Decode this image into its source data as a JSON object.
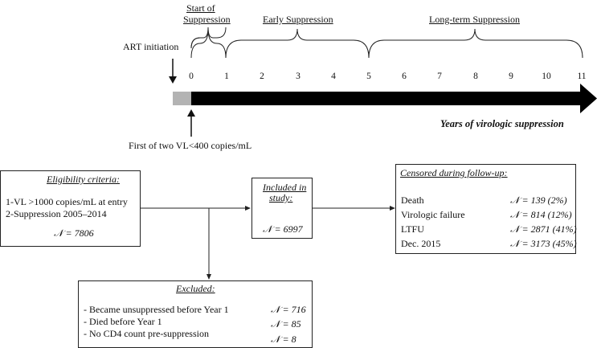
{
  "timeline": {
    "phases": {
      "start_line1": "Start of",
      "start_line2": "Suppression",
      "early": "Early Suppression",
      "longterm": "Long-term Suppression"
    },
    "art_initiation": "ART initiation",
    "first_vl": "First of two VL<400 copies/mL",
    "axis_label": "Years of virologic suppression",
    "ticks": [
      "0",
      "1",
      "2",
      "3",
      "4",
      "5",
      "6",
      "7",
      "8",
      "9",
      "10",
      "11"
    ]
  },
  "eligibility": {
    "title": "Eligibility criteria:",
    "line1": "1-VL >1000 copies/mL at entry",
    "line2": "2-Suppression 2005–2014",
    "n": "𝒩 = 7806"
  },
  "included": {
    "title_line1": "Included in",
    "title_line2": "study:",
    "n": "𝒩 = 6997"
  },
  "censored": {
    "title": "Censored during  follow-up:",
    "rows": [
      {
        "label": "Death",
        "value": "𝒩 = 139 (2%)"
      },
      {
        "label": "Virologic failure",
        "value": "𝒩 = 814 (12%)"
      },
      {
        "label": "LTFU",
        "value": "𝒩 = 2871 (41%)"
      },
      {
        "label": "Dec. 2015",
        "value": "𝒩 = 3173 (45%)"
      }
    ]
  },
  "excluded": {
    "title": "Excluded:",
    "rows": [
      {
        "label": "- Became unsuppressed before Year 1",
        "value": "𝒩 = 716"
      },
      {
        "label": "- Died before Year 1",
        "value": "𝒩 = 85"
      },
      {
        "label": "- No CD4 count pre-suppression",
        "value": "𝒩 = 8"
      }
    ]
  },
  "colors": {
    "arrow": "#000000",
    "pre_segment": "#b3b3b3",
    "line": "#222222"
  }
}
